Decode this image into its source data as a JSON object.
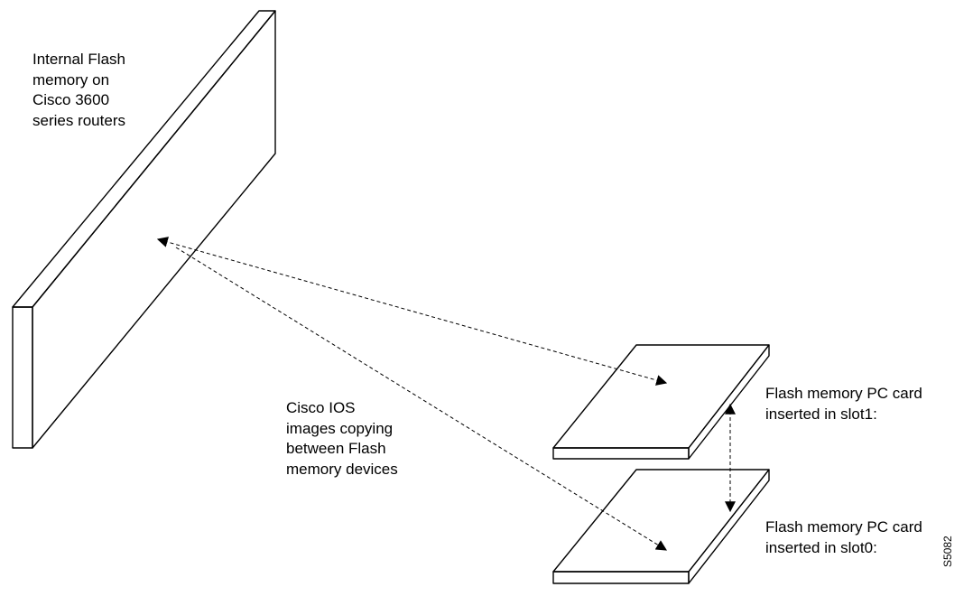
{
  "labels": {
    "internal_flash": "Internal Flash\nmemory on\nCisco 3600\nseries routers",
    "copying": "Cisco IOS\nimages copying\nbetween Flash\nmemory devices",
    "slot1_card": "Flash memory PC card\ninserted in slot1:",
    "slot0_card": "Flash memory PC card\ninserted in slot0:",
    "figure_id": "S5082"
  },
  "colors": {
    "stroke": "#000000",
    "background": "#ffffff"
  }
}
